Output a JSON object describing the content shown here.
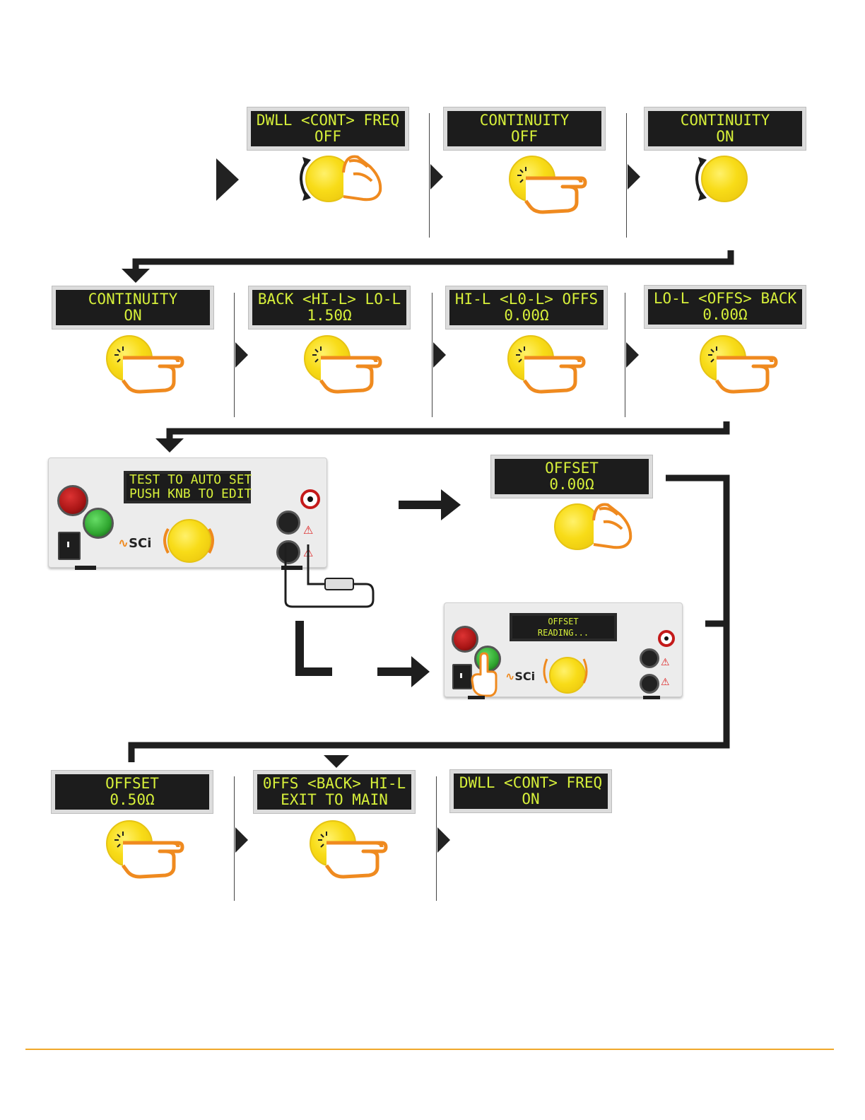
{
  "colors": {
    "lcd_background": "#1c1c1c",
    "lcd_text": "#d6ef3a",
    "knob_yellow": "#f8dc18",
    "hand_orange": "#ef8a1f",
    "footer_accent": "#f0a82a",
    "start_button_green": "#2fa52f",
    "stop_button_red": "#a81515"
  },
  "row1": {
    "step1": {
      "line1": "DWLL <CONT> FREQ",
      "line2": "OFF",
      "action": "rotate-knob"
    },
    "step2": {
      "line1": "CONTINUITY",
      "line2": "OFF",
      "action": "press-knob"
    },
    "step3": {
      "line1": "CONTINUITY",
      "line2": "ON",
      "action": "rotate-knob"
    }
  },
  "row2": {
    "step1": {
      "line1": "CONTINUITY",
      "line2": "ON",
      "action": "press-knob"
    },
    "step2": {
      "line1": "BACK <HI-L> LO-L",
      "line2": "1.50Ω",
      "action": "press-knob"
    },
    "step3": {
      "line1": "HI-L <L0-L> OFFS",
      "line2": "0.00Ω",
      "action": "press-knob"
    },
    "step4": {
      "line1": "LO-L <OFFS> BACK",
      "line2": "0.00Ω",
      "action": "press-knob"
    }
  },
  "row3": {
    "device_main": {
      "display_line1": "TEST TO AUTO SET",
      "display_line2": "PUSH KNB TO EDIT",
      "brand": "SCi"
    },
    "offset_display": {
      "line1": "OFFSET",
      "line2": "0.00Ω",
      "action": "rotate-knob"
    },
    "device_test": {
      "display_line1": "OFFSET",
      "display_line2": "READING...",
      "brand": "SCi",
      "action": "press-start-button"
    }
  },
  "row4": {
    "step1": {
      "line1": "OFFSET",
      "line2": "0.50Ω",
      "action": "press-knob"
    },
    "step2": {
      "line1": "0FFS <BACK> HI-L",
      "line2": "EXIT TO MAIN",
      "action": "press-knob"
    },
    "step3": {
      "line1": "DWLL <CONT> FREQ",
      "line2": "ON"
    }
  }
}
